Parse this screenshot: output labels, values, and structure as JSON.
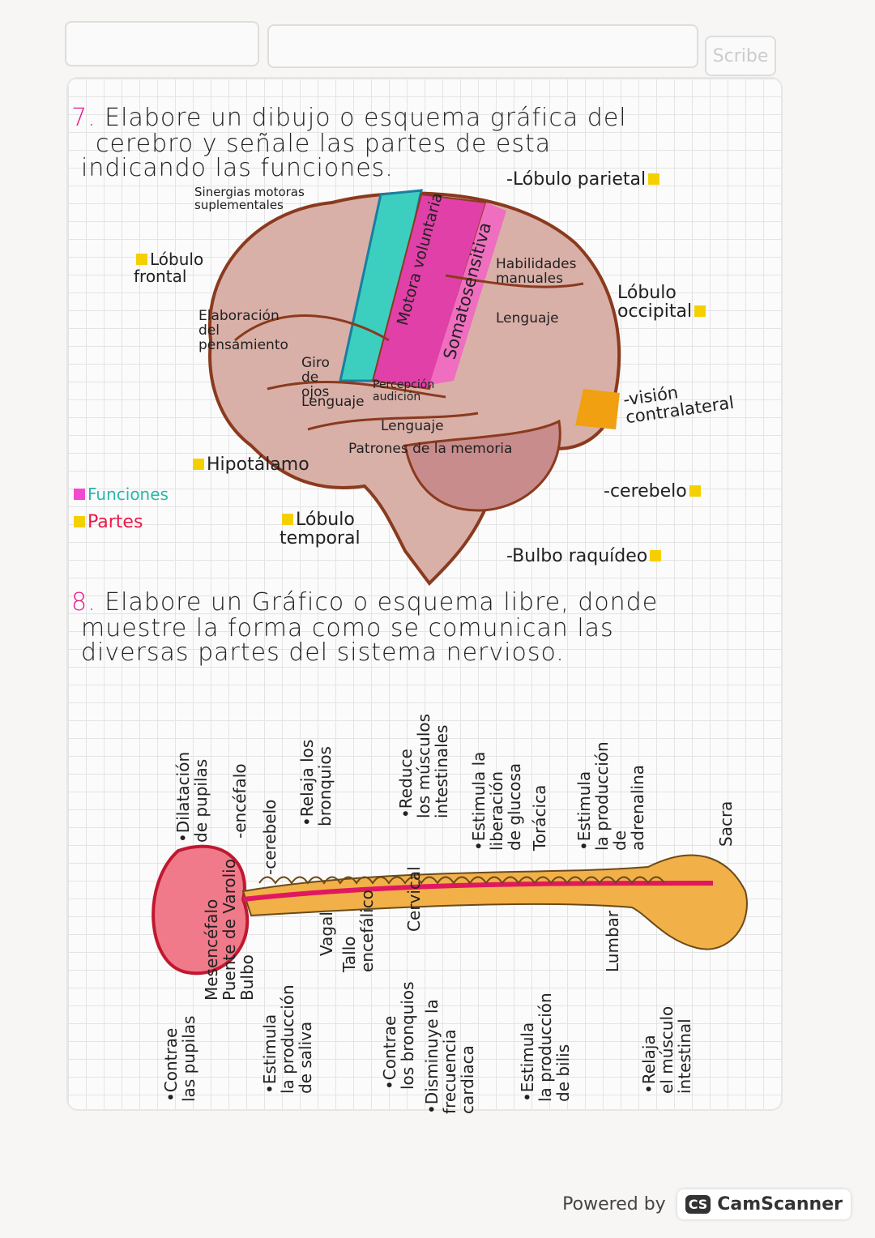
{
  "header": {
    "scribe_label": "Scribe"
  },
  "q7": {
    "number": "7.",
    "text": [
      "Elabore un dibujo o esquema gráfica del",
      "cerebro y señale las partes de esta",
      "indicando las funciones."
    ],
    "labels": {
      "sinergias": "Sinergias motoras suplementales",
      "motora": "Motora voluntaria",
      "somato": "Somatosensitiva",
      "habilidades": "Habilidades manuales",
      "lenguaje1": "Lenguaje",
      "elaboracion": "Elaboración del pensamiento",
      "giro": "Giro de ojos",
      "lenguaje2": "Lenguaje",
      "percepcion": "Percepción audición",
      "lenguaje3": "Lenguaje",
      "patrones": "Patrones de la memoria",
      "parietal": "-Lóbulo parietal",
      "frontal": "Lóbulo frontal",
      "occipital": "Lóbulo occipital",
      "vision": "-visión contralateral",
      "hipotalamo": "Hipotálamo",
      "cerebelo": "-cerebelo",
      "temporal": "Lóbulo temporal",
      "bulbo": "-Bulbo raquídeo"
    },
    "legend": {
      "funciones": "Funciones",
      "partes": "Partes"
    }
  },
  "q8": {
    "number": "8.",
    "text": [
      "Elabore un Gráfico o esquema libre, donde",
      "muestre la forma como se comunican las",
      "diversas partes del sistema nervioso."
    ],
    "top_labels": [
      "•Dilatación\nde pupilas",
      "-encéfalo",
      "-cerebelo",
      "•Relaja los\nbronquios",
      "•Reduce\nlos músculos\nintestinales",
      "•Estimula la\nliberación\nde glucosa",
      "Torácica",
      "•Estimula\nla producción\nde\nadrenalina",
      "Sacra"
    ],
    "bottom_labels": [
      "•Contrae\nlas pupilas",
      "Mesencéfalo\nPuente de Varolio\nBulbo",
      "•Estimula\nla producción\nde saliva",
      "Vagal",
      "Tallo\nencefálico",
      "•Contrae\nlos bronquios",
      "•Disminuye la\nfrecuencia\ncardiaca",
      "Cervical",
      "•Estimula\nla producción\nde bilis",
      "Lumbar",
      "•Relaja\nel músculo\nintestinal"
    ]
  },
  "footer": {
    "powered_by": "Powered by",
    "logo": "CS",
    "brand": "CamScanner"
  }
}
